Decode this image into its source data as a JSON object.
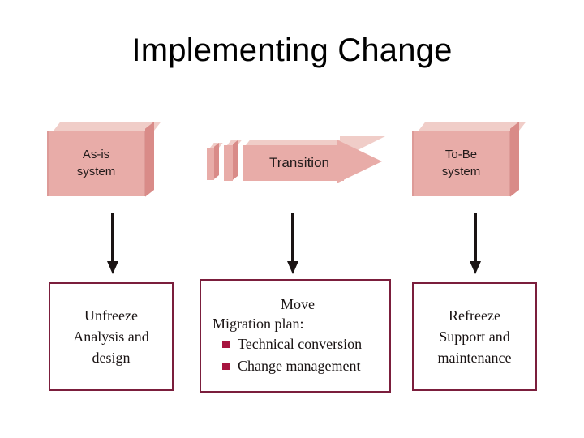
{
  "slide": {
    "title": "Implementing Change",
    "background_color": "#ffffff"
  },
  "colors": {
    "box_face": "#e8aca8",
    "box_top_bevel": "#f0cdc8",
    "box_right_face": "#d98b88",
    "panel_border": "#7b1e3c",
    "bullet": "#a7143f",
    "arrow": "#1a1414",
    "text": "#1a1414"
  },
  "top_row": {
    "as_is_box": {
      "line1": "As-is",
      "line2": "system"
    },
    "transition_arrow": {
      "label": "Transition"
    },
    "to_be_box": {
      "line1": "To-Be",
      "line2": "system"
    }
  },
  "bottom_row": {
    "unfreeze": {
      "title": "Unfreeze",
      "line2": "Analysis and",
      "line3": "design"
    },
    "move": {
      "title": "Move",
      "subtitle": "Migration plan:",
      "bullets": [
        "Technical conversion",
        "Change management"
      ]
    },
    "refreeze": {
      "title": "Refreeze",
      "line2": "Support and",
      "line3": "maintenance"
    }
  },
  "connectors": {
    "arrow_1": "down-arrow",
    "arrow_2": "down-arrow",
    "arrow_3": "down-arrow"
  }
}
